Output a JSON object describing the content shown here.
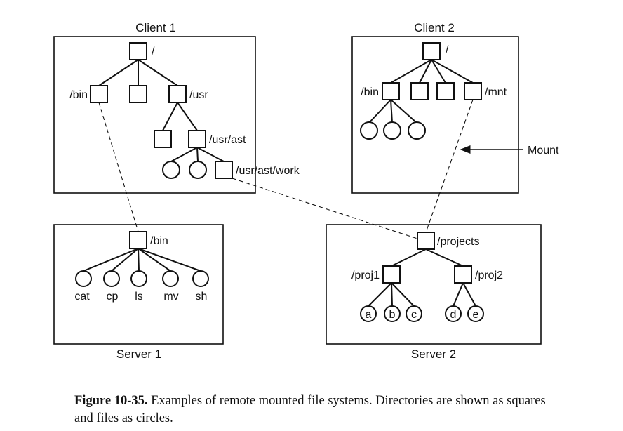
{
  "boxes": {
    "client1": "Client 1",
    "client2": "Client 2",
    "server1": "Server 1",
    "server2": "Server 2"
  },
  "client1": {
    "root": "/",
    "bin": "/bin",
    "usr": "/usr",
    "usr_ast": "/usr/ast",
    "usr_ast_work": "/usr/ast/work"
  },
  "client2": {
    "root": "/",
    "bin": "/bin",
    "mnt": "/mnt"
  },
  "server1": {
    "bin": "/bin",
    "files": [
      "cat",
      "cp",
      "ls",
      "mv",
      "sh"
    ]
  },
  "server2": {
    "projects": "/projects",
    "proj1": "/proj1",
    "proj2": "/proj2",
    "files": [
      "a",
      "b",
      "c",
      "d",
      "e"
    ]
  },
  "mount_label": "Mount",
  "caption": {
    "label": "Figure 10-35.",
    "text": "Examples of remote mounted file systems. Directories are shown as squares and files as circles."
  }
}
